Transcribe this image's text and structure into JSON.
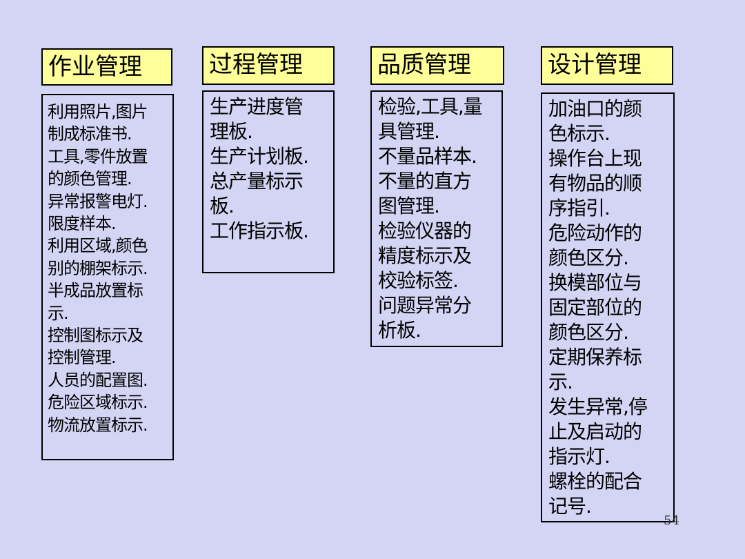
{
  "columns": [
    {
      "title": "作业管理",
      "lines": [
        "利用照片,图片",
        "制成标准书.",
        "工具,零件放置",
        "的颜色管理.",
        "异常报警电灯.",
        "限度样本.",
        "利用区域,颜色",
        "别的棚架标示.",
        "半成品放置标",
        "示.",
        "控制图标示及",
        "控制管理.",
        "人员的配置图.",
        "危险区域标示.",
        "物流放置标示."
      ]
    },
    {
      "title": "过程管理",
      "lines": [
        "生产进度管",
        "理板.",
        "生产计划板.",
        "总产量标示",
        "板.",
        "工作指示板."
      ]
    },
    {
      "title": "品质管理",
      "lines": [
        "检验,工具,量",
        "具管理.",
        "不量品样本.",
        "不量的直方",
        "图管理.",
        "检验仪器的",
        "精度标示及",
        "校验标签.",
        "问题异常分",
        "析板."
      ]
    },
    {
      "title": "设计管理",
      "lines": [
        "加油口的颜",
        "色标示.",
        "操作台上现",
        "有物品的顺",
        "序指引.",
        "危险动作的",
        "颜色区分.",
        "换模部位与",
        "固定部位的",
        "颜色区分.",
        "定期保养标",
        "示.",
        "发生异常,停",
        "止及启动的",
        "指示灯.",
        "螺栓的配合",
        "记号."
      ]
    }
  ],
  "page_number": "54",
  "colors": {
    "background": "#d4d4f4",
    "header_fill": "#ffff99",
    "border": "#000000"
  }
}
